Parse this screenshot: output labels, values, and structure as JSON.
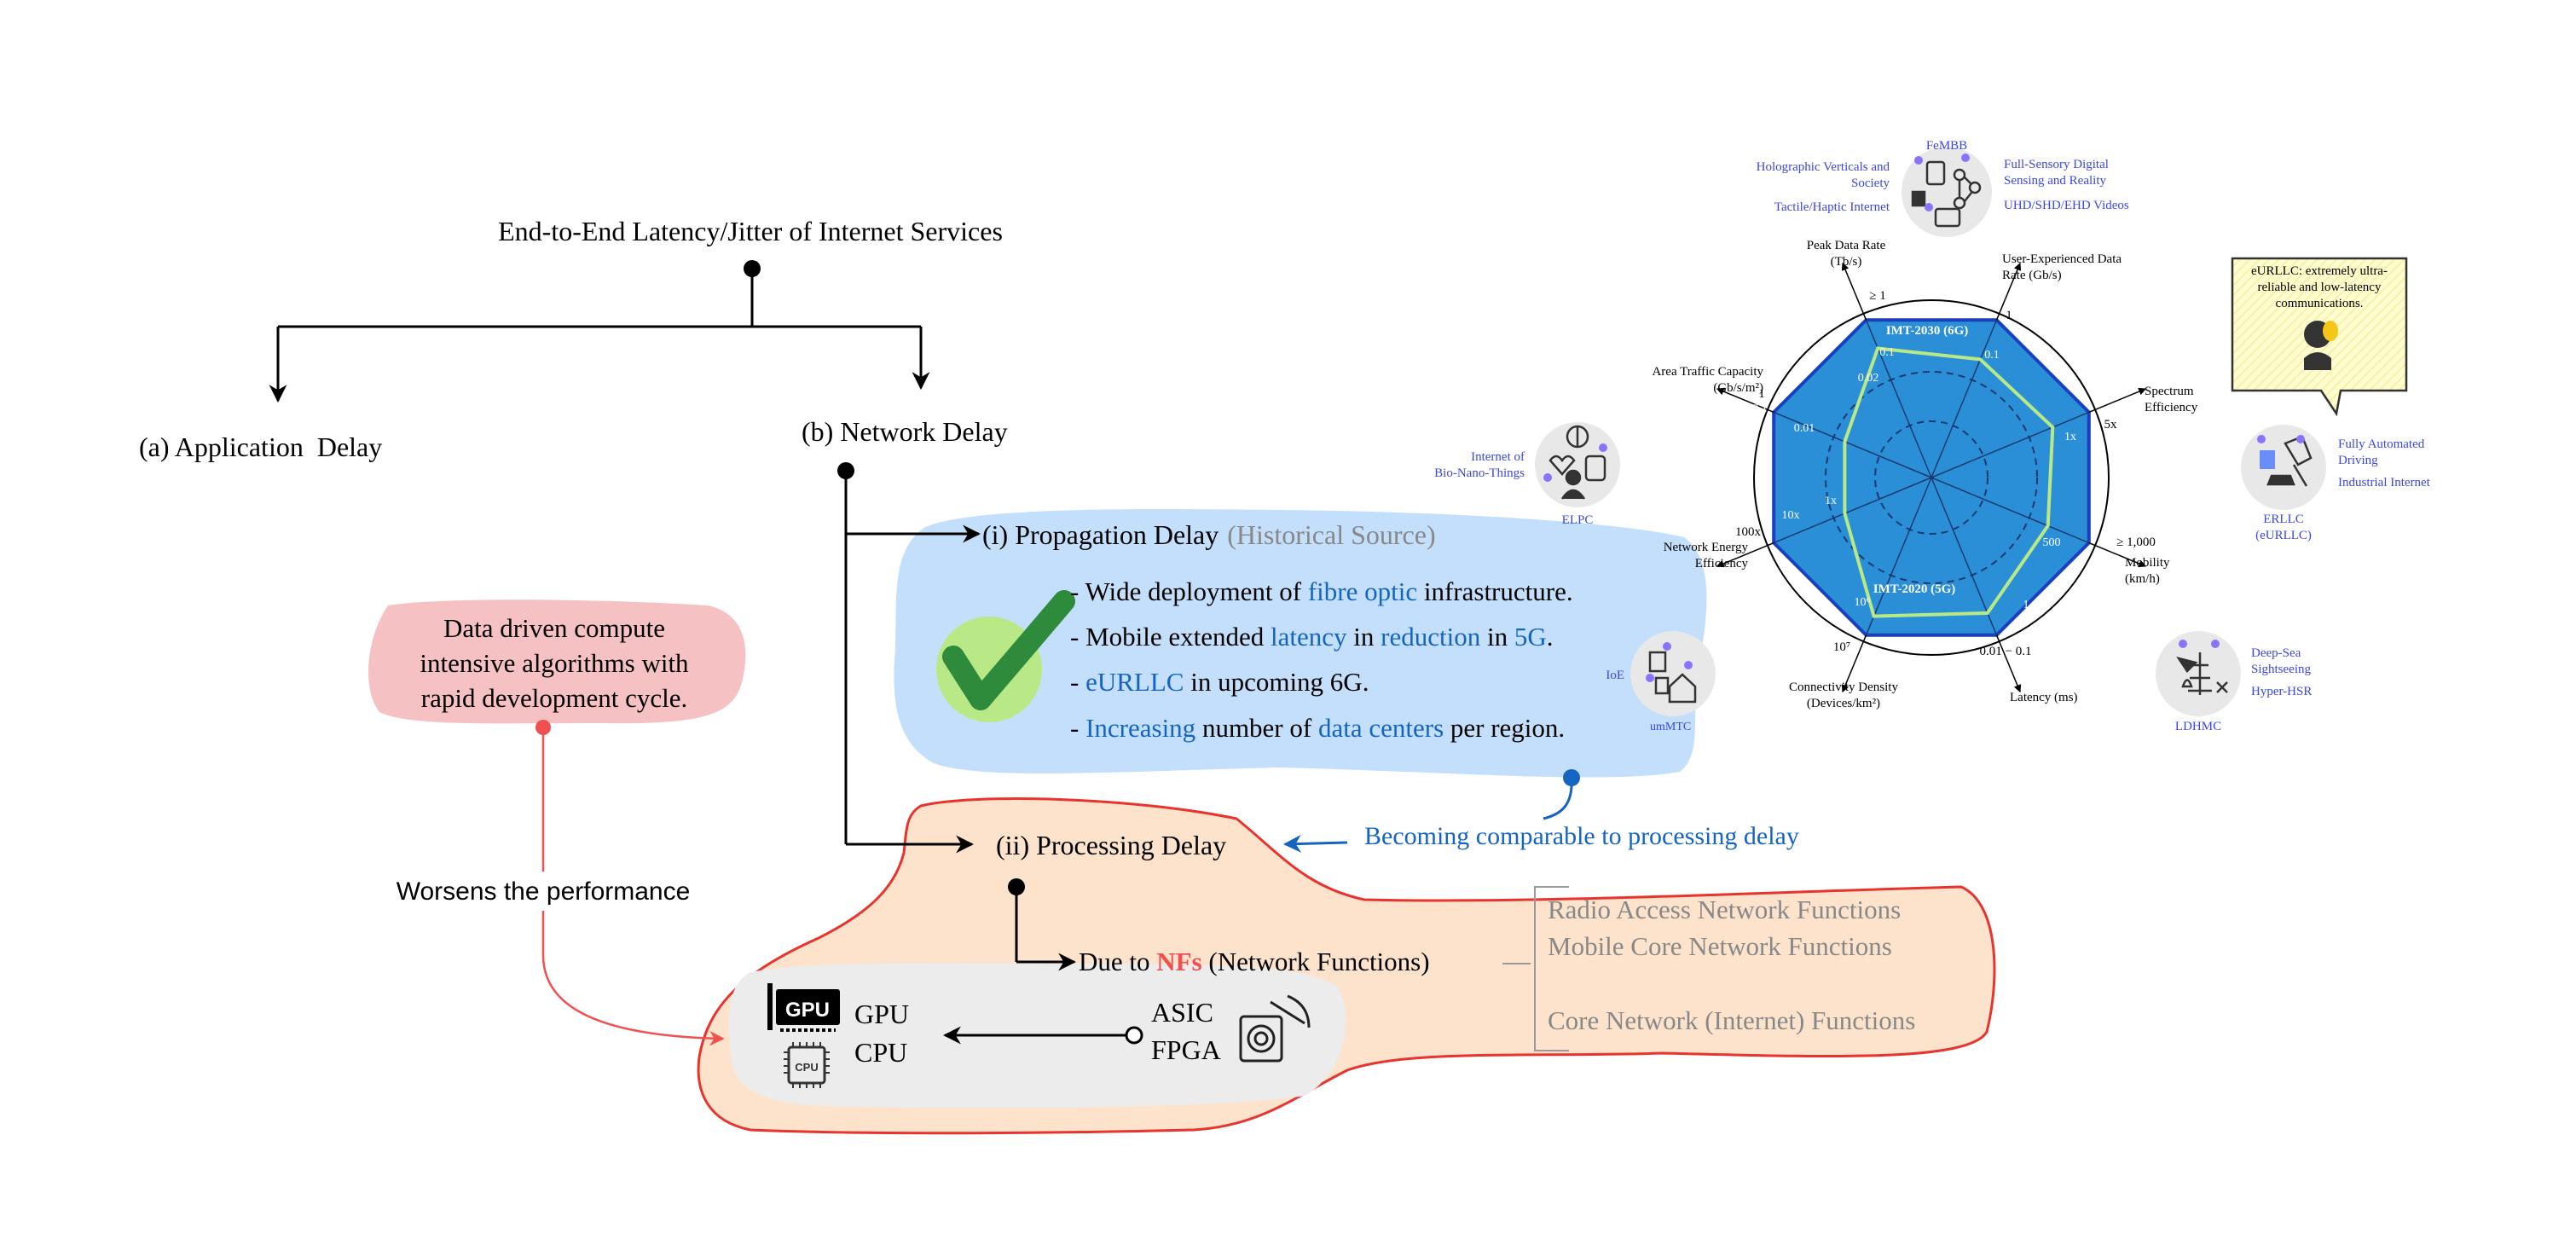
{
  "tree": {
    "root": "End-to-End Latency/Jitter of Internet Services",
    "app_delay": "(a) Application  Delay",
    "net_delay": "(b) Network Delay",
    "prop_delay": "(i) Propagation Delay",
    "prop_source": "(Historical Source)",
    "proc_delay": "(ii) Processing Delay",
    "due_to_prefix": "Due to ",
    "due_to_nfs": "NFs",
    "due_to_suffix": " (Network Functions)"
  },
  "bullets": {
    "b1_a": "- Wide deployment of ",
    "b1_b": "fibre optic",
    "b1_c": " infrastructure.",
    "b2_a": "- Mobile extended ",
    "b2_b": "latency",
    "b2_c": " in ",
    "b2_d": "reduction",
    "b2_e": " in ",
    "b2_f": "5G",
    "b2_g": ".",
    "b3_a": "- ",
    "b3_b": "eURLLC",
    "b3_c": " in upcoming 6G.",
    "b4_a": "- ",
    "b4_b": "Increasing",
    "b4_c": " number of ",
    "b4_d": "data centers",
    "b4_e": " per region."
  },
  "notes": {
    "data_driven_1": "Data driven compute",
    "data_driven_2": "intensive algorithms with",
    "data_driven_3": "rapid development cycle.",
    "worsens": "Worsens the performance",
    "comparable": "Becoming comparable to processing delay"
  },
  "functions": {
    "ran": "Radio Access Network Functions",
    "core_mobile": "Mobile Core Network Functions",
    "core_internet": "Core Network (Internet) Functions"
  },
  "hardware": {
    "gpu": "GPU",
    "cpu": "CPU",
    "asic": "ASIC",
    "fpga": "FPGA",
    "gpu_chip": "GPU",
    "cpu_chip": "CPU"
  },
  "radar": {
    "axes": [
      {
        "name1": "Peak Data Rate",
        "name2": "(Tb/s)",
        "top": "≥ 1"
      },
      {
        "name1": "User-Experienced Data",
        "name2": "Rate (Gb/s)",
        "top": "1"
      },
      {
        "name1": "Spectrum",
        "name2": "Efficiency",
        "top": "5x"
      },
      {
        "name1": "Mobility",
        "name2": "(km/h)",
        "top": "≥ 1,000"
      },
      {
        "name1": "Latency (ms)",
        "name2": "",
        "top": "0.01 − 0.1"
      },
      {
        "name1": "Connectivity Density",
        "name2": "(Devices/km²)",
        "top": "10⁷"
      },
      {
        "name1": "Network Energy",
        "name2": "Efficiency",
        "top": "100x"
      },
      {
        "name1": "Area Traffic Capacity",
        "name2": "(Gb/s/m²)",
        "top": "1"
      }
    ],
    "inner_labels": [
      "0.1",
      "0.02",
      "0.1",
      "1x",
      "500",
      "1",
      "10⁶",
      "10x",
      "1x",
      "0.01",
      "0.1"
    ],
    "label_6g": "IMT-2030 (6G)",
    "label_5g": "IMT-2020 (5G)",
    "colors": {
      "fill_6g": "#2a8fd6",
      "line_5g": "#b8e986",
      "outline": "#1a3fbf"
    }
  },
  "clusters": {
    "femmb": {
      "name": "FeMBB",
      "l1": "Holographic Verticals and",
      "l2": "Society",
      "l3": "Tactile/Haptic Internet",
      "r1": "Full-Sensory Digital",
      "r2": "Sensing and Reality",
      "r3": "UHD/SHD/EHD Videos"
    },
    "elpc": {
      "name": "ELPC",
      "l1": "Internet of",
      "l2": "Bio-Nano-Things"
    },
    "ummtc": {
      "name": "umMTC",
      "l1": "IoE"
    },
    "erllc": {
      "name1": "ERLLC",
      "name2": "(eURLLC)",
      "r1": "Fully Automated",
      "r2": "Driving",
      "r3": "Industrial Internet"
    },
    "ldhmc": {
      "name": "LDHMC",
      "r1": "Deep-Sea",
      "r2": "Sightseeing",
      "r3": "Hyper-HSR"
    }
  },
  "callout": {
    "l1": "eURLLC: extremely ultra-",
    "l2": "reliable and low-latency",
    "l3": "communications."
  }
}
